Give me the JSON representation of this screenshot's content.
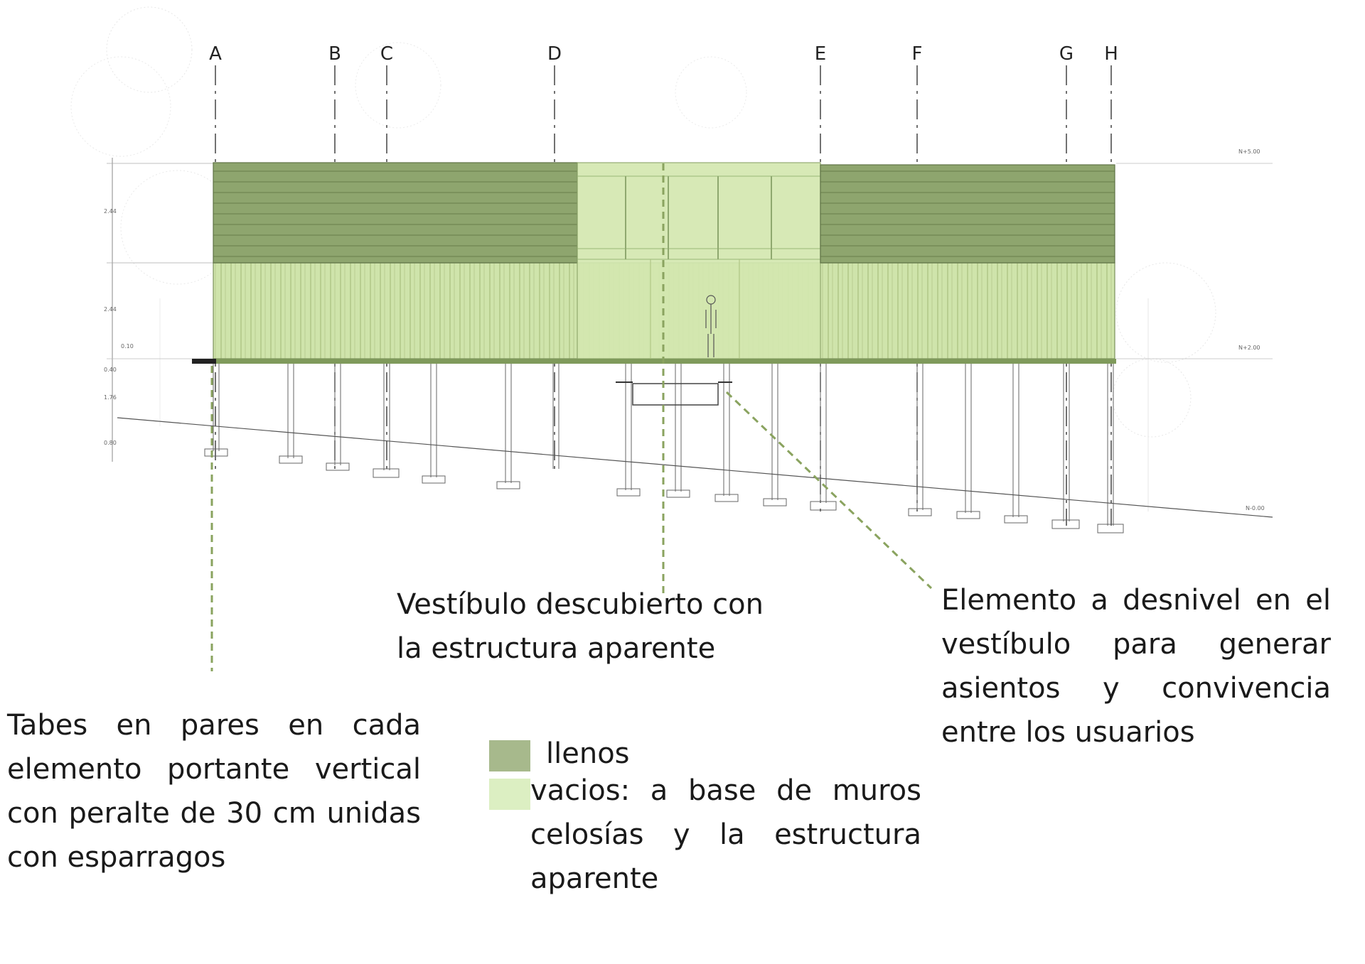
{
  "grid_axes": [
    "A",
    "B",
    "C",
    "D",
    "E",
    "F",
    "G",
    "H"
  ],
  "dimensions": {
    "upper_band": "2.44",
    "lower_band": "2.44",
    "slab": "0.10",
    "a": "0.40",
    "b": "1.76",
    "c": "0.80"
  },
  "level_marks": [
    "N+5.00",
    "N+2.00",
    "N-0.00"
  ],
  "annotations": {
    "vestibule": "Vestíbulo descubierto con la estructura aparente",
    "element": "Elemento a desnivel en el vestíbulo para generar asientos y convivencia entre los usuarios",
    "beams": "Tabes en pares en cada elemento portante vertical con peralte de 30 cm unidas con esparragos"
  },
  "legend": {
    "full": "llenos",
    "empty": "vacios: a base de muros celosías y la estructura aparente"
  },
  "colors": {
    "full_green": "#8fa86f",
    "empty_green": "#d4e8b0",
    "leader": "#8aa35f",
    "swatch_full": "#a7b98c",
    "swatch_empty": "#dcefc2"
  }
}
